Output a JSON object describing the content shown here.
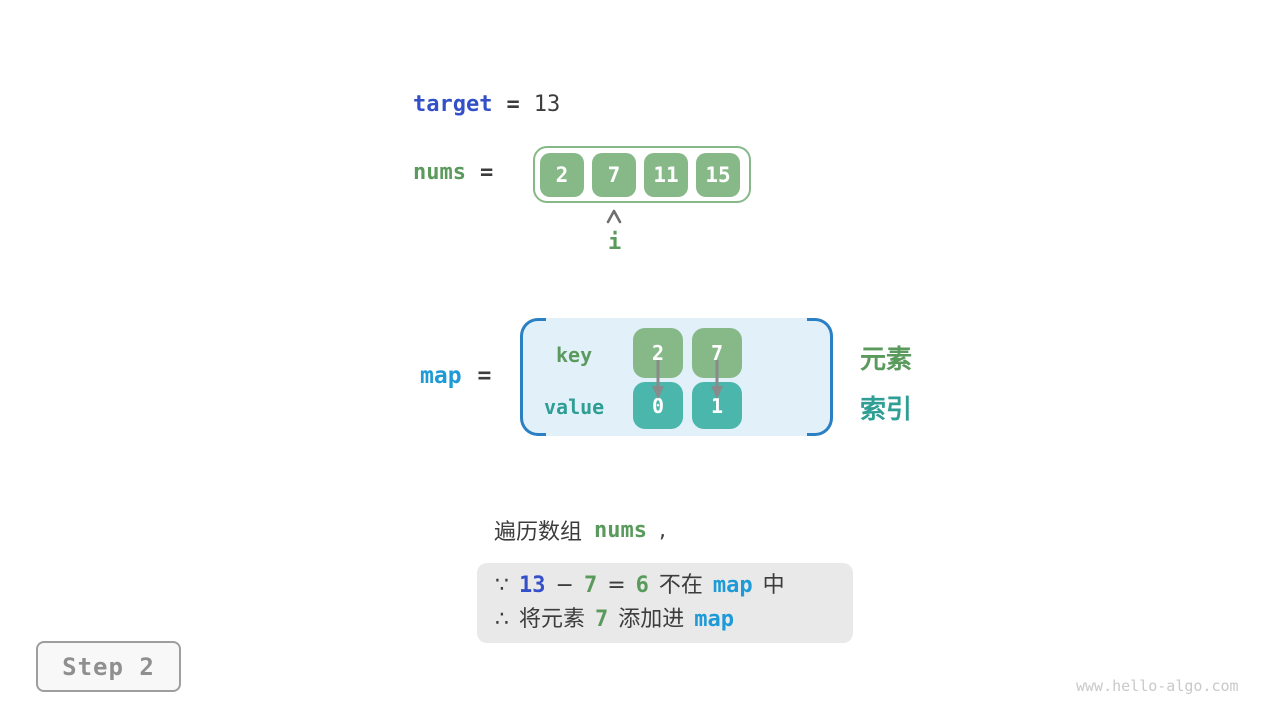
{
  "colors": {
    "code_blue": "#3450c8",
    "code_green": "#5a9a5c",
    "code_cyan": "#1e9bd7",
    "code_teal": "#2f9e94",
    "box_green": "#87b988",
    "box_teal": "#4bb6ab",
    "map_panel_bg": "#e2f0fa",
    "map_bracket": "#2b7fc3",
    "inference_bg": "#e9e9e9",
    "text_dark": "#3c3c3c"
  },
  "target_line": {
    "label": "target",
    "equals": "=",
    "value": "13"
  },
  "nums_line": {
    "label": "nums",
    "equals": "=",
    "cells": [
      "2",
      "7",
      "11",
      "15"
    ],
    "pointer_label": "i"
  },
  "map_section": {
    "label": "map",
    "equals": "=",
    "key_label": "key",
    "value_label": "value",
    "keys": [
      "2",
      "7"
    ],
    "values": [
      "0",
      "1"
    ],
    "element_label": "元素",
    "index_label": "索引"
  },
  "caption": {
    "prefix": "遍历数组",
    "code": "nums",
    "comma": ","
  },
  "inference": {
    "line1": {
      "because": "∵",
      "target_value": "13",
      "minus": "−",
      "element": "7",
      "equals": "=",
      "difference": "6",
      "not_in": "不在",
      "map_name": "map",
      "in_suffix": "中"
    },
    "line2": {
      "therefore": "∴",
      "prefix": "将元素",
      "element": "7",
      "action": "添加进",
      "map_name": "map"
    }
  },
  "step_badge": {
    "label": "Step 2"
  },
  "watermark": {
    "text": "www.hello-algo.com"
  }
}
